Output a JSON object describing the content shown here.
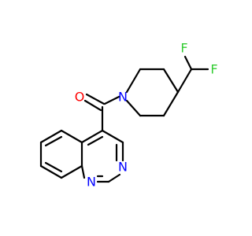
{
  "molecule": {
    "atoms": [
      {
        "id": "F1",
        "symbol": "F",
        "color": "#33cc33"
      },
      {
        "id": "F2",
        "symbol": "F",
        "color": "#33cc33"
      },
      {
        "id": "O1",
        "symbol": "O",
        "color": "#ff0000"
      },
      {
        "id": "N_pip",
        "symbol": "N",
        "color": "#0000ff"
      },
      {
        "id": "N_a",
        "symbol": "N",
        "color": "#0000ff"
      },
      {
        "id": "N_b",
        "symbol": "N",
        "color": "#0000ff"
      }
    ]
  }
}
